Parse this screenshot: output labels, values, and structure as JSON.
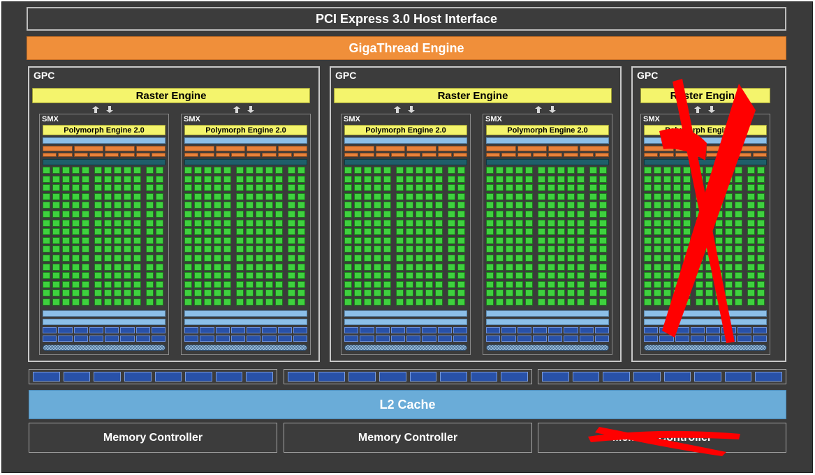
{
  "host_interface": "PCI Express 3.0 Host Interface",
  "thread_engine": "GigaThread Engine",
  "gpcs": [
    {
      "label": "GPC",
      "raster": "Raster Engine",
      "disabled": false,
      "smx": [
        {
          "label": "SMX",
          "polymorph": "Polymorph Engine 2.0"
        },
        {
          "label": "SMX",
          "polymorph": "Polymorph Engine 2.0"
        }
      ]
    },
    {
      "label": "GPC",
      "raster": "Raster Engine",
      "disabled": false,
      "smx": [
        {
          "label": "SMX",
          "polymorph": "Polymorph Engine 2.0"
        },
        {
          "label": "SMX",
          "polymorph": "Polymorph Engine 2.0"
        }
      ]
    },
    {
      "label": "GPC",
      "raster": "Raster Engine",
      "disabled": true,
      "smx": [
        {
          "label": "SMX",
          "polymorph": "Polymorph Engine 2.0"
        }
      ]
    }
  ],
  "l2_cache": "L2 Cache",
  "memory_controllers": [
    {
      "label": "Memory Controller",
      "disabled": false
    },
    {
      "label": "Memory Controller",
      "disabled": false
    },
    {
      "label": "Memory Controller",
      "disabled": true
    }
  ],
  "colors": {
    "background": "#3a3a3a",
    "giga_thread": "#f08f3a",
    "raster_engine": "#f4f46c",
    "core": "#3ed13e",
    "l2_cache": "#6aacd8",
    "disabled_mark": "#ff0000"
  }
}
